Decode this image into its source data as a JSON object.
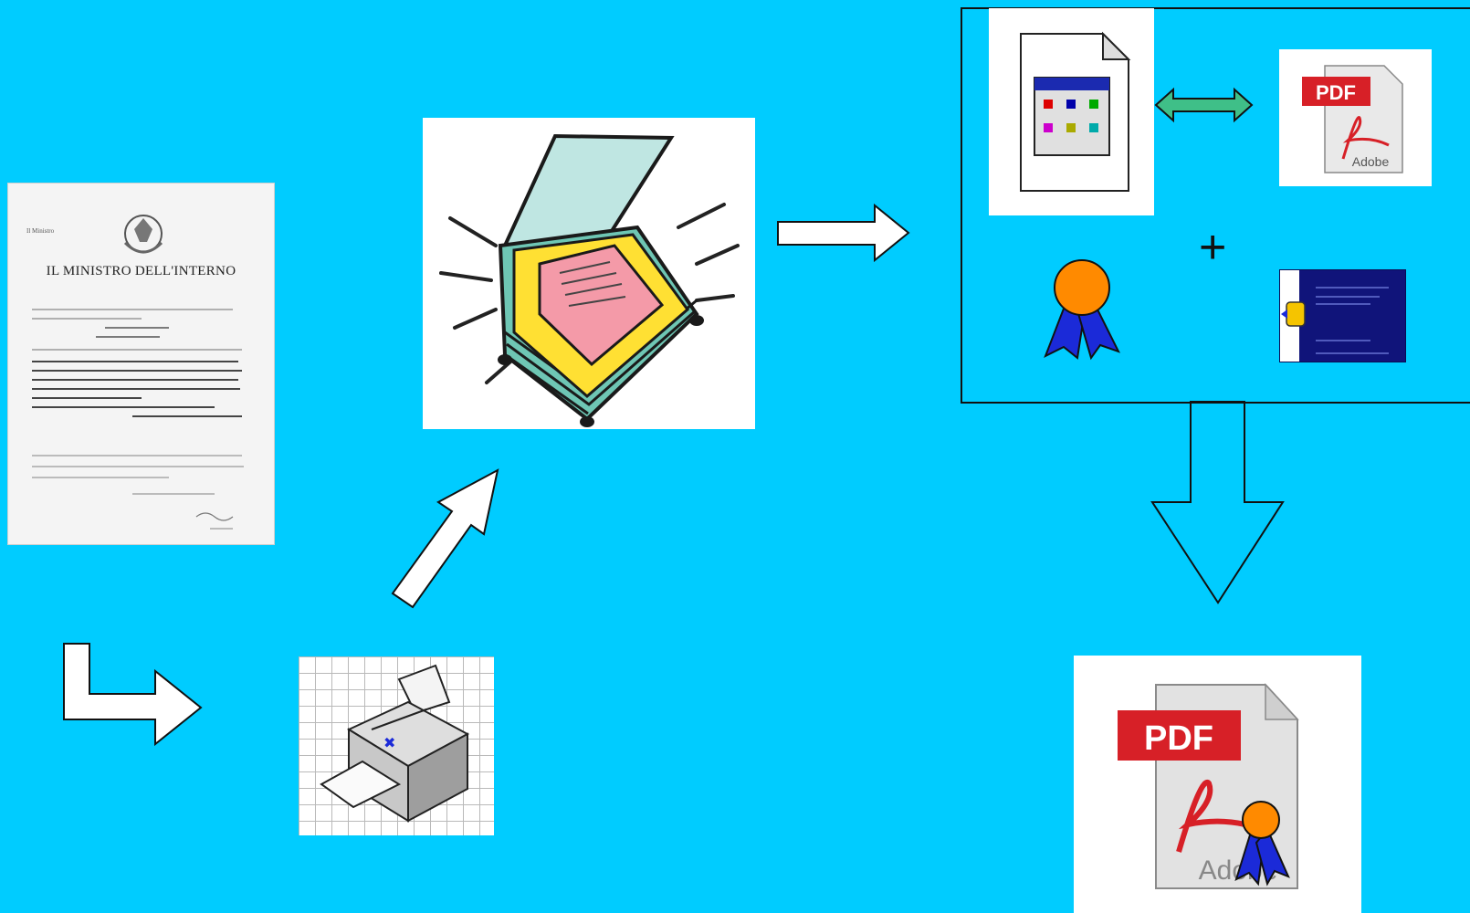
{
  "document": {
    "header_left": "Il Ministro",
    "title": "IL MINISTRO DELL'INTERNO"
  },
  "pdf_icon": {
    "label": "PDF",
    "brand": "Adobe"
  },
  "final_pdf_icon": {
    "label": "PDF",
    "brand": "Adobe"
  },
  "plus_sign": "+",
  "colors": {
    "background": "#00ccff",
    "pdf_red": "#d72027",
    "ribbon_blue": "#1b2ad8",
    "rosette_orange": "#ff8a00",
    "double_arrow": "#3fbf88"
  },
  "icons": [
    "document-icon",
    "scanner-icon",
    "printer-icon",
    "app-document-icon",
    "pdf-icon",
    "award-ribbon-icon",
    "smart-card-icon",
    "signed-pdf-icon"
  ]
}
